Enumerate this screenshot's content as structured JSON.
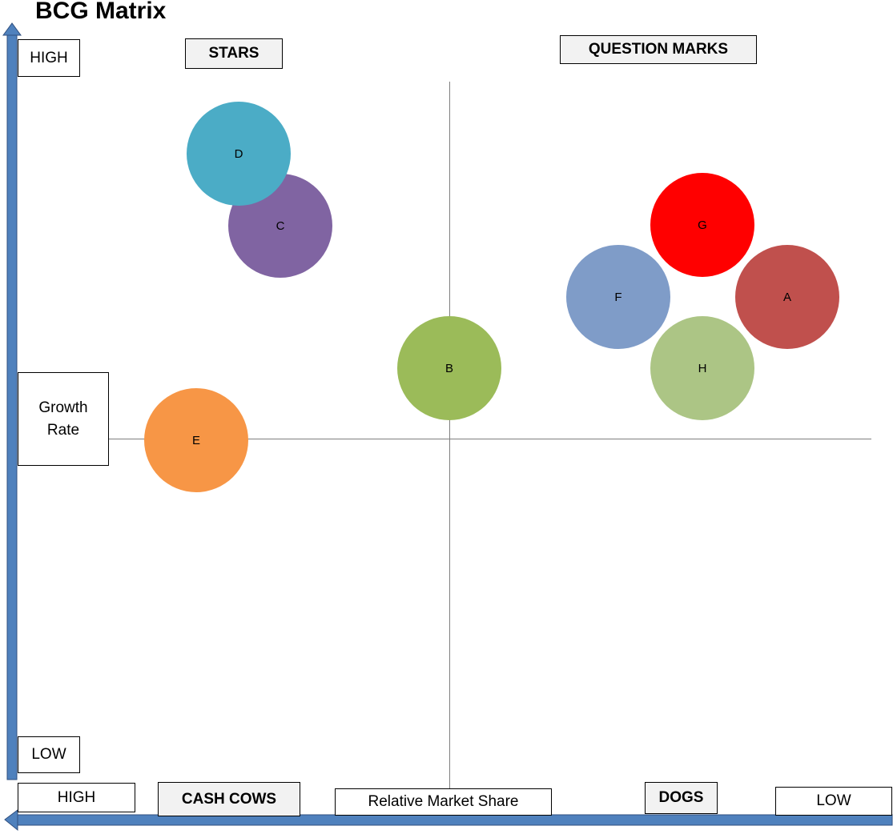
{
  "title": "BCG Matrix",
  "axes": {
    "y_high": "HIGH",
    "y_low": "LOW",
    "y_label": "Growth Rate",
    "x_high": "HIGH",
    "x_low": "LOW",
    "x_label": "Relative Market Share"
  },
  "quadrants": {
    "stars": "STARS",
    "question_marks": "QUESTION MARKS",
    "cash_cows": "CASH COWS",
    "dogs": "DOGS"
  },
  "bubbles": [
    {
      "label": "D",
      "color": "#4bacc6"
    },
    {
      "label": "C",
      "color": "#8064a2"
    },
    {
      "label": "G",
      "color": "#ff0000"
    },
    {
      "label": "F",
      "color": "#7f9cc8"
    },
    {
      "label": "A",
      "color": "#c0504d"
    },
    {
      "label": "B",
      "color": "#9bbb59"
    },
    {
      "label": "H",
      "color": "#acc585"
    },
    {
      "label": "E",
      "color": "#f79646"
    }
  ],
  "colors": {
    "axis_arrow": "#4f81bd",
    "axis_arrow_outline": "#2f4f7f",
    "divider": "#7f7f7f"
  }
}
